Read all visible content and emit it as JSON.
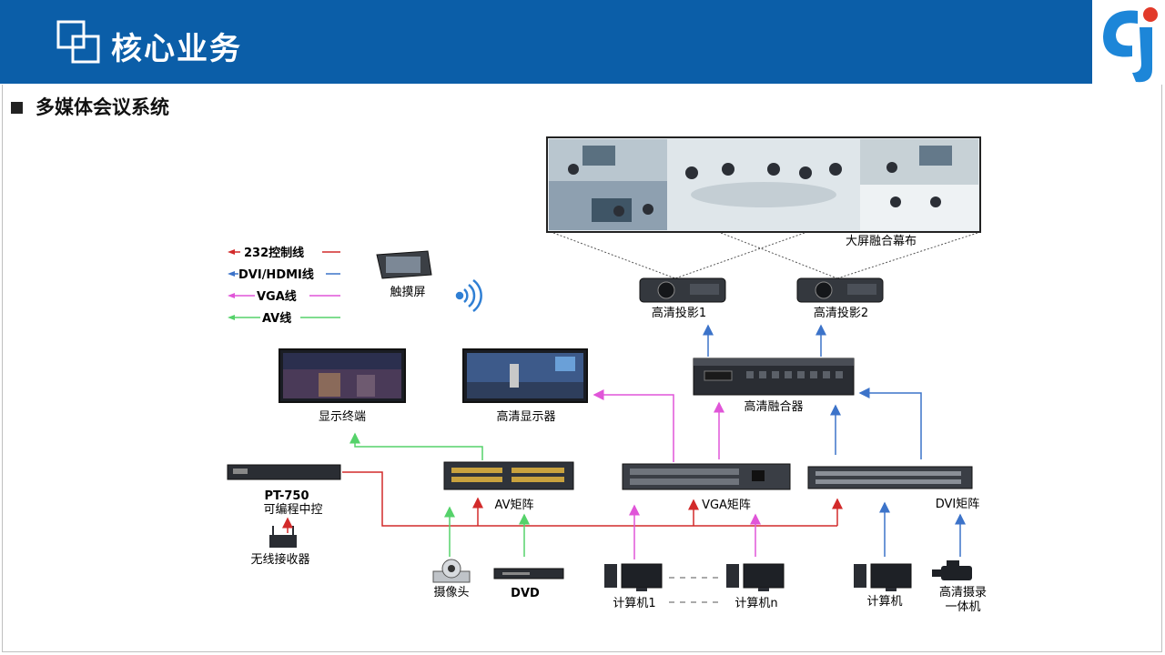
{
  "header": {
    "title": "核心业务"
  },
  "section": {
    "title": "多媒体会议系统"
  },
  "legend": [
    {
      "label": "232控制线",
      "color": "#d22a2a"
    },
    {
      "label": "DVI/HDMI线",
      "color": "#3c73c9"
    },
    {
      "label": "VGA线",
      "color": "#e055d8"
    },
    {
      "label": "AV线",
      "color": "#55d26a"
    }
  ],
  "colors": {
    "header": "#0b5ea8",
    "rs232": "#d22a2a",
    "dvi": "#3c73c9",
    "vga": "#e055d8",
    "av": "#55d26a"
  },
  "diagram": {
    "screen_label": "大屏融合幕布",
    "touch_label": "触摸屏",
    "projector1": "高清投影1",
    "projector2": "高清投影2",
    "display_terminal": "显示终端",
    "hd_display": "高清显示器",
    "fusion": "高清融合器",
    "controller_model": "PT-750",
    "controller_desc": "可编程中控",
    "wireless_receiver": "无线接收器",
    "av_matrix": "AV矩阵",
    "vga_matrix": "VGA矩阵",
    "dvi_matrix": "DVI矩阵",
    "camera": "摄像头",
    "dvd": "DVD",
    "computer1": "计算机1",
    "computern": "计算机n",
    "computer": "计算机",
    "hd_recorder_line1": "高清摄录",
    "hd_recorder_line2": "一体机"
  }
}
